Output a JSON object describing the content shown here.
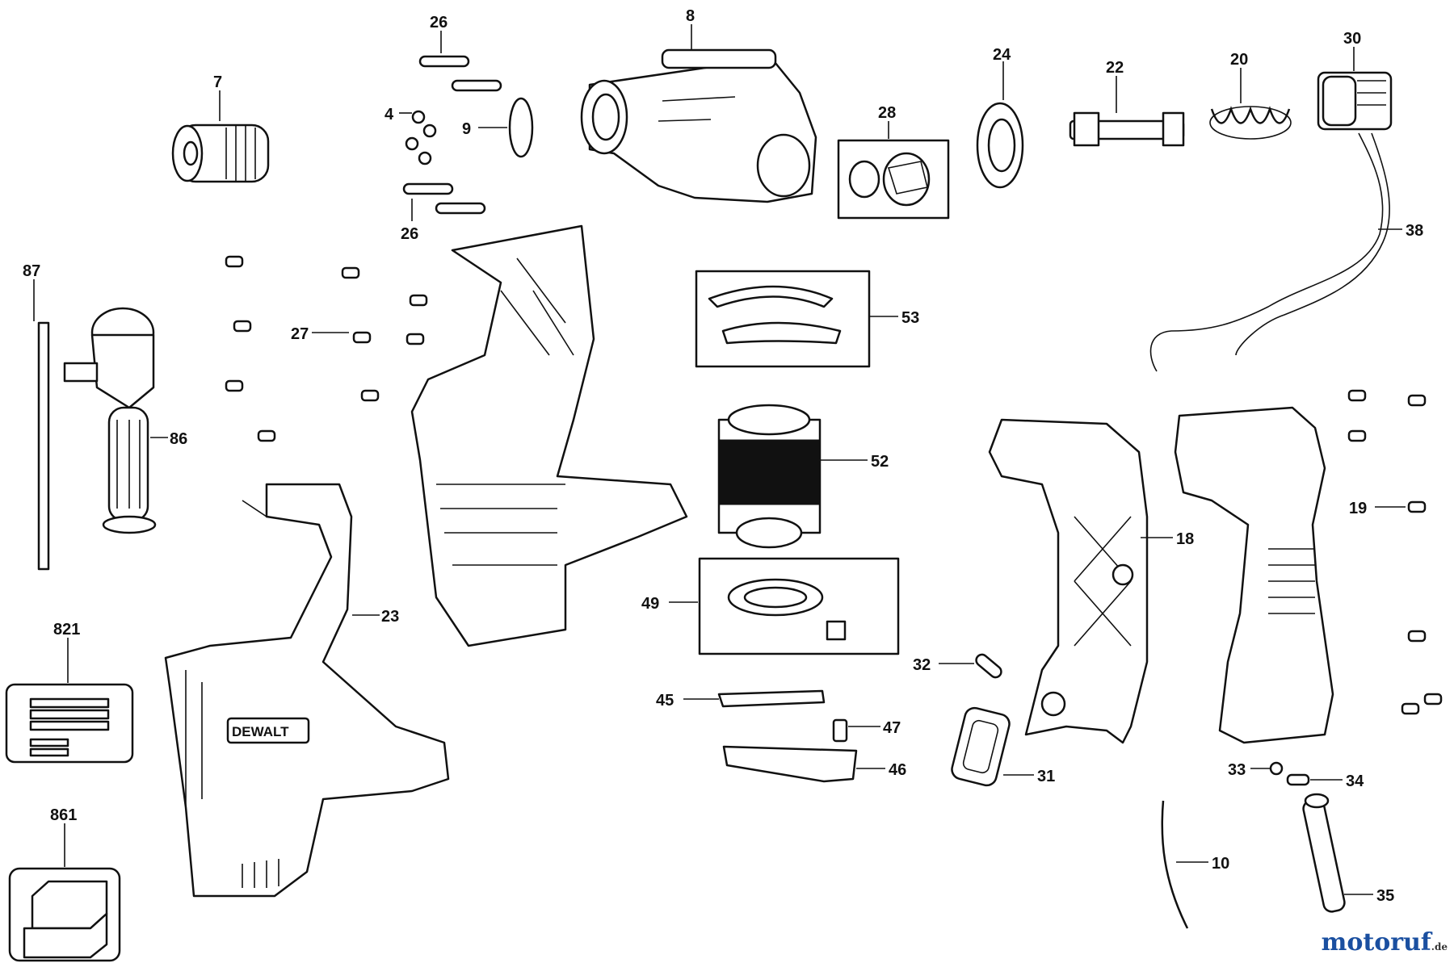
{
  "labels": {
    "p7": "7",
    "p26a": "26",
    "p26b": "26",
    "p4": "4",
    "p9": "9",
    "p8": "8",
    "p28": "28",
    "p24": "24",
    "p22": "22",
    "p20": "20",
    "p30": "30",
    "p38": "38",
    "p87": "87",
    "p27": "27",
    "p86": "86",
    "p53": "53",
    "p52": "52",
    "p49": "49",
    "p23": "23",
    "p821": "821",
    "p861": "861",
    "p45": "45",
    "p47": "47",
    "p46": "46",
    "p32": "32",
    "p31": "31",
    "p18": "18",
    "p19": "19",
    "p33": "33",
    "p34": "34",
    "p10": "10",
    "p35": "35"
  },
  "brand": "DEWALT",
  "watermark": {
    "main": "motoruf",
    "suffix": ".de"
  },
  "colors": {
    "m1": "#1a4fa0",
    "o": "#e0a000",
    "t": "#c0392b",
    "ink": "#111111"
  }
}
